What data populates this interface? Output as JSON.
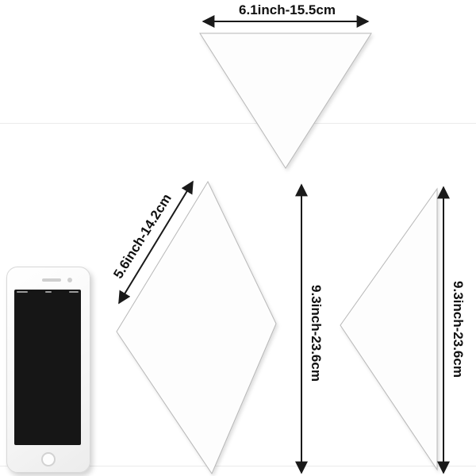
{
  "image": {
    "type": "product-dimension-diagram",
    "background": "#ffffff"
  },
  "measurements": {
    "triangle_width": "6.1inch-15.5cm",
    "rhombus_diagonal": "5.6inch-14.2cm",
    "rhombus_height": "9.3inch-23.6cm",
    "right_triangle_height": "9.3inch-23.6cm"
  },
  "shapes": [
    {
      "name": "inverted-triangle-mirror"
    },
    {
      "name": "rhombus-mirror"
    },
    {
      "name": "right-triangle-mirror"
    },
    {
      "name": "smartphone-for-scale"
    }
  ],
  "colors": {
    "background": "#ffffff",
    "arrow": "#1a1a1a",
    "text": "#101010",
    "shape-fill": "#fdfdfd",
    "shape-border": "#b8b8b8",
    "seam": "#ebebeb"
  }
}
